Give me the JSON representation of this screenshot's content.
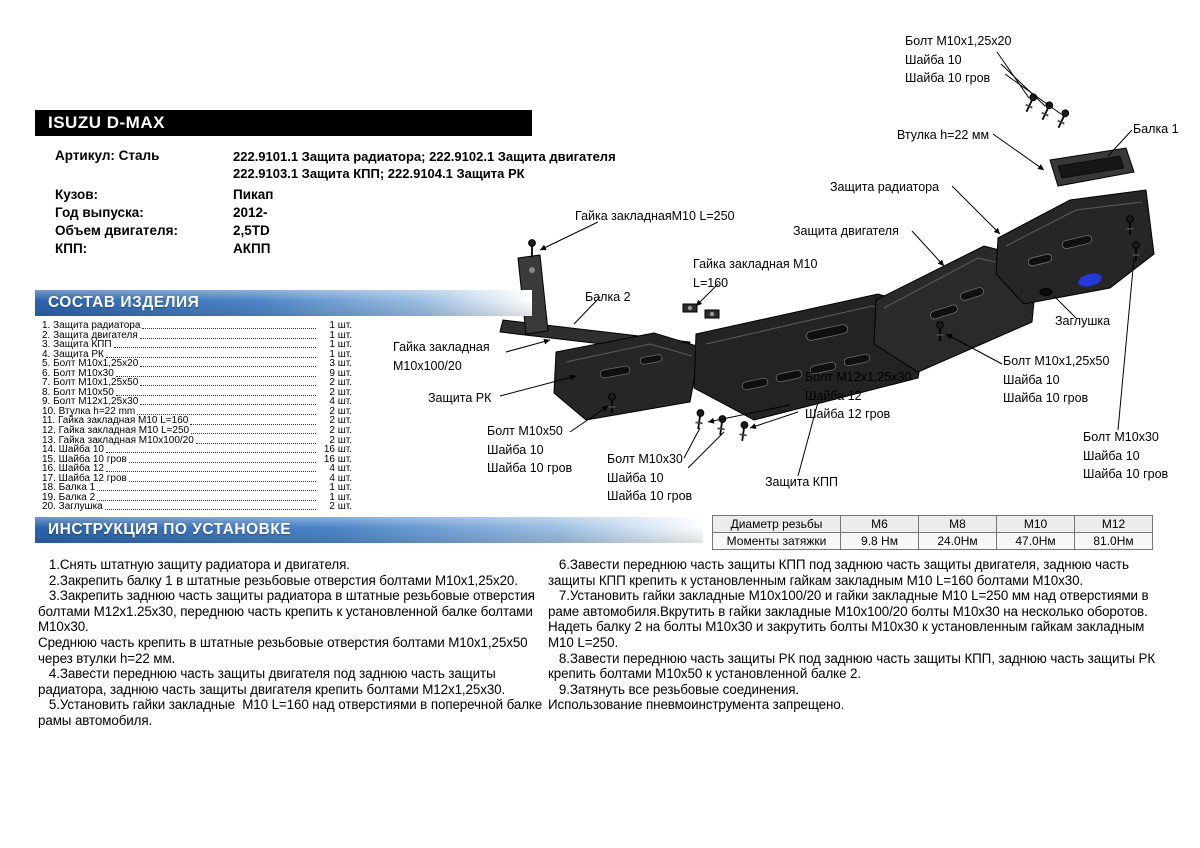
{
  "brand": "ISUZU D-MAX",
  "info": {
    "article_label": "Артикул: Сталь",
    "article_line1": "222.9101.1 Защита радиатора; 222.9102.1 Защита двигателя",
    "article_line2": "222.9103.1 Защита КПП; 222.9104.1 Защита РК",
    "rows": [
      {
        "label": "Кузов:",
        "value": "Пикап"
      },
      {
        "label": "Год выпуска:",
        "value": "2012-"
      },
      {
        "label": "Объем двигателя:",
        "value": "2,5TD"
      },
      {
        "label": "КПП:",
        "value": "АКПП"
      }
    ]
  },
  "parts": {
    "title": "СОСТАВ ИЗДЕЛИЯ",
    "items": [
      {
        "name": "1. Защита радиатора",
        "qty": "1 шт."
      },
      {
        "name": "2. Защита двигателя",
        "qty": "1 шт."
      },
      {
        "name": "3. Защита КПП",
        "qty": "1 шт."
      },
      {
        "name": "4. Защита РК",
        "qty": "1 шт."
      },
      {
        "name": "5. Болт M10х1,25х20",
        "qty": "3 шт."
      },
      {
        "name": "6. Болт M10х30",
        "qty": "9 шт."
      },
      {
        "name": "7. Болт M10х1,25х50",
        "qty": "2 шт."
      },
      {
        "name": "8. Болт M10х50",
        "qty": "2 шт."
      },
      {
        "name": "9. Болт M12х1,25х30",
        "qty": "4 шт."
      },
      {
        "name": "10. Втулка h=22 mm",
        "qty": "2 шт."
      },
      {
        "name": "11. Гайка закладная M10 L=160",
        "qty": "2 шт."
      },
      {
        "name": "12. Гайка закладная M10 L=250",
        "qty": "2 шт."
      },
      {
        "name": "13. Гайка закладная M10х100/20",
        "qty": "2 шт."
      },
      {
        "name": "14. Шайба 10",
        "qty": "16 шт."
      },
      {
        "name": "15. Шайба 10 гров",
        "qty": "16 шт."
      },
      {
        "name": "16. Шайба 12",
        "qty": "4 шт."
      },
      {
        "name": "17. Шайба 12 гров",
        "qty": "4 шт."
      },
      {
        "name": "18. Балка 1",
        "qty": "1 шт."
      },
      {
        "name": "19. Балка 2",
        "qty": "1 шт."
      },
      {
        "name": "20. Заглушка",
        "qty": "2 шт."
      }
    ]
  },
  "torque_table": {
    "row1_label": "Диаметр резьбы",
    "row2_label": "Моменты затяжки",
    "columns": [
      "М6",
      "М8",
      "М10",
      "М12"
    ],
    "values": [
      "9.8 Нм",
      "24.0Нм",
      "47.0Нм",
      "81.0Нм"
    ]
  },
  "instructions": {
    "title": "ИНСТРУКЦИЯ ПО УСТАНОВКЕ",
    "left": [
      "   1.Снять штатную защиту радиатора и двигателя.",
      "   2.Закрепить балку 1 в штатные резьбовые отверстия болтами М10х1,25х20.",
      "   3.Закрепить заднюю часть защиты радиатора в штатные резьбовые отверстия болтами М12х1.25х30, переднюю часть крепить к установленной балке болтами М10х30.",
      "Среднюю часть крепить в штатные резьбовые отверстия болтами М10х1,25х50 через втулки h=22 мм.",
      "   4.Завести переднюю часть защиты двигателя под заднюю часть защиты радиатора, заднюю часть защиты двигателя крепить болтами М12х1,25х30.",
      "   5.Установить гайки закладные  М10 L=160 над отверстиями в поперечной балке рамы автомобиля."
    ],
    "right": [
      "   6.Завести переднюю часть защиты КПП под заднюю часть защиты двигателя, заднюю часть защиты КПП крепить к установленным гайкам закладным М10 L=160 болтами М10х30.",
      "   7.Установить гайки закладные М10х100/20 и гайки закладные М10 L=250 мм над отверстиями в раме автомобиля.Вкрутить в гайки закладные М10х100/20 болты М10х30 на несколько оборотов.",
      "Надеть балку 2 на болты М10х30 и закрутить болты М10х30 к установленным гайкам закладным М10 L=250.",
      "   8.Завести переднюю часть защиты РК под заднюю часть защиты КПП, заднюю часть защиты РК крепить болтами М10х50 к установленной балке 2.",
      "   9.Затянуть все резьбовые соединения.",
      "Использование пневмоинструмента запрещено."
    ]
  },
  "diagram": {
    "labels": [
      {
        "text": "Болт М10х1,25х20\nШайба 10\nШайба 10 гров"
      },
      {
        "text": "Втулка h=22 мм"
      },
      {
        "text": "Балка 1"
      },
      {
        "text": "Защита радиатора"
      },
      {
        "text": "Защита двигателя"
      },
      {
        "text": "Гайка закладнаяМ10 L=250"
      },
      {
        "text": "Гайка закладная М10\nL=160"
      },
      {
        "text": "Балка 2"
      },
      {
        "text": "Гайка закладная\nМ10х100/20"
      },
      {
        "text": "Защита РК"
      },
      {
        "text": "Болт М10х50\nШайба 10\nШайба 10 гров"
      },
      {
        "text": "Болт М10х30\nШайба 10\nШайба 10 гров"
      },
      {
        "text": "Болт М12х1,25х30\nШайба 12\nШайба 12 гров"
      },
      {
        "text": "Защита КПП"
      },
      {
        "text": "Заглушка"
      },
      {
        "text": "Болт М10х1,25х50\nШайба 10\nШайба 10 гров"
      },
      {
        "text": "Болт М10х30\nШайба 10\nШайба 10 гров"
      }
    ]
  }
}
